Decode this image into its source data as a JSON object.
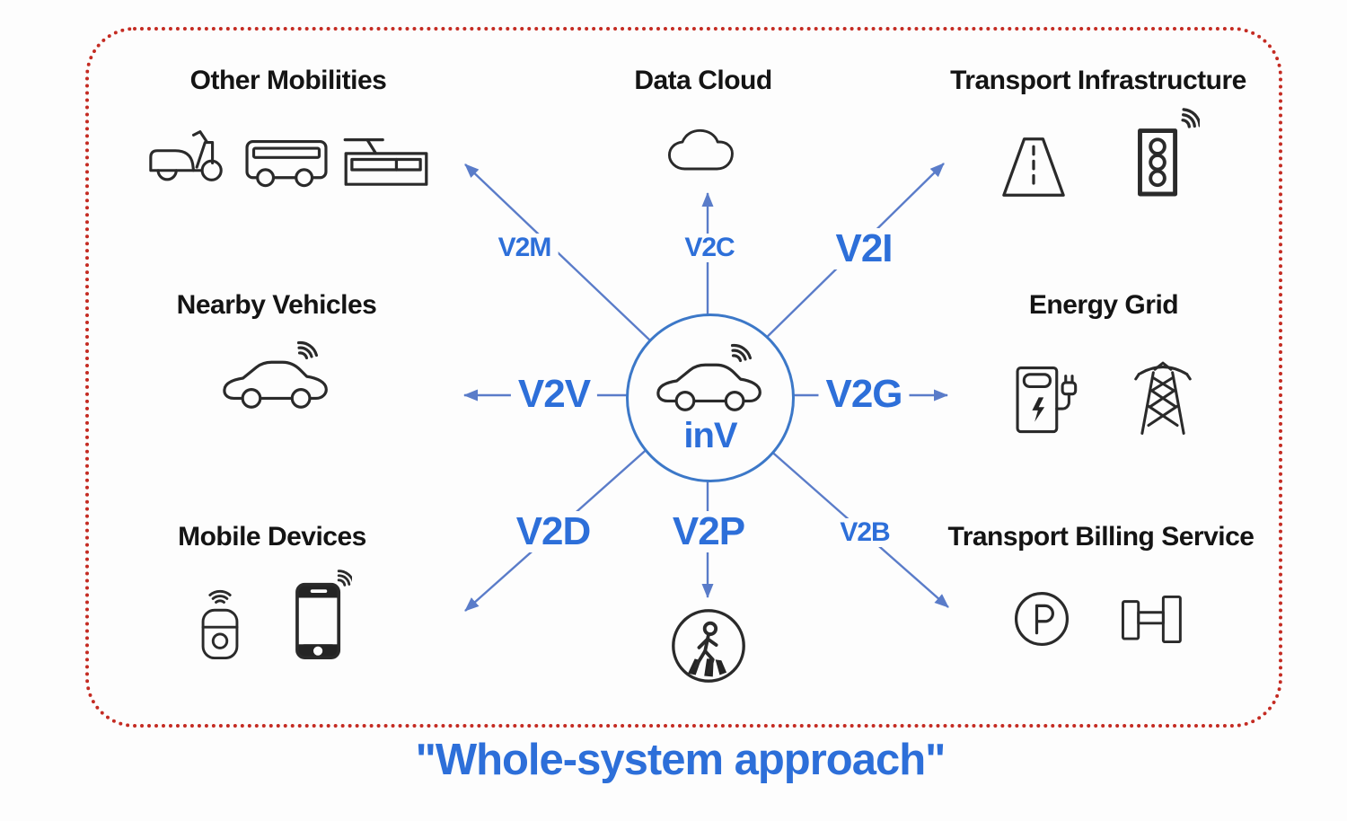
{
  "caption": "\"Whole-system approach\"",
  "center": {
    "label": "inV",
    "icon": "connected-car-icon"
  },
  "nodes": [
    {
      "title": "Other Mobilities",
      "icons": [
        "scooter-icon",
        "bus-icon",
        "tram-icon"
      ]
    },
    {
      "title": "Data Cloud",
      "icons": [
        "cloud-icon"
      ]
    },
    {
      "title": "Transport Infrastructure",
      "icons": [
        "road-icon",
        "traffic-light-icon"
      ]
    },
    {
      "title": "Nearby Vehicles",
      "icons": [
        "connected-car-icon"
      ]
    },
    {
      "title": "Energy Grid",
      "icons": [
        "ev-charger-icon",
        "power-tower-icon"
      ]
    },
    {
      "title": "Mobile Devices",
      "icons": [
        "key-fob-icon",
        "smartphone-icon"
      ]
    },
    {
      "title": "Transport Billing Service",
      "icons": [
        "parking-icon",
        "toll-gate-icon"
      ]
    },
    {
      "icons": [
        "pedestrian-crossing-icon"
      ]
    }
  ],
  "links": [
    {
      "label": "V2M",
      "to_node": 0
    },
    {
      "label": "V2C",
      "to_node": 1
    },
    {
      "label": "V2I",
      "to_node": 2
    },
    {
      "label": "V2V",
      "to_node": 3
    },
    {
      "label": "V2G",
      "to_node": 4
    },
    {
      "label": "V2D",
      "to_node": 5
    },
    {
      "label": "V2P",
      "to_node": 7
    },
    {
      "label": "V2B",
      "to_node": 6
    }
  ],
  "colors": {
    "border_red": "#C42B22",
    "arrow_blue": "#5A7CC9",
    "label_blue": "#2D6FD9",
    "icon_ink": "#2A2A2A"
  }
}
